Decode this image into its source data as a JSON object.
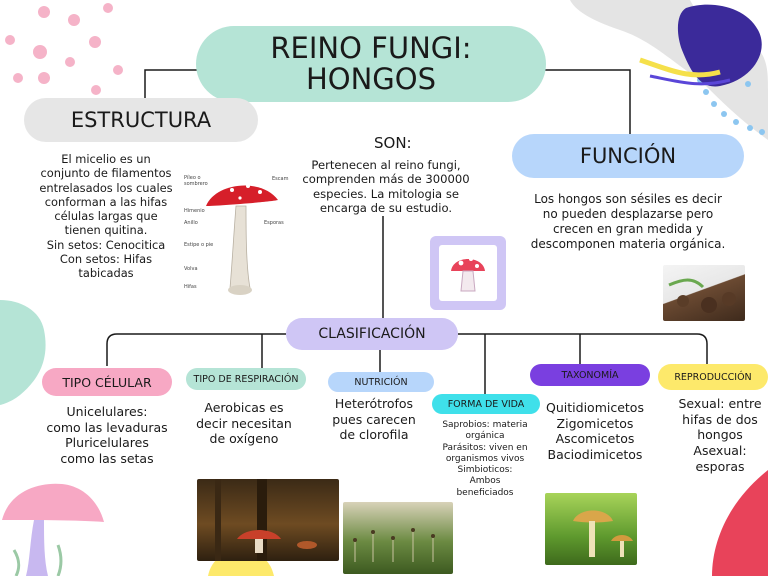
{
  "title": "REINO FUNGI:\nHONGOS",
  "estructura": {
    "heading": "ESTRUCTURA",
    "body": "El micelio es un conjunto de filamentos entrelasados los cuales conforman a las hifas células largas que tienen quitina.\nSin setos: Cenocitica\nCon setos: Hifas tabicadas",
    "diagram_labels": [
      "Píleo o sombrero",
      "Escam",
      "Himenio",
      "Anillo",
      "Esporas",
      "Estipe o pie",
      "Volva",
      "Hifas"
    ]
  },
  "son": {
    "heading": "SON:",
    "body": "Pertenecen al reino fungi, comprenden más de 300000 especies. La mitologia se encarga de su estudio."
  },
  "funcion": {
    "heading": "FUNCIÓN",
    "body": "Los hongos son sésiles es decir no pueden desplazarse pero crecen en gran medida y descomponen materia orgánica."
  },
  "clasificacion": {
    "heading": "CLASIFICACIÓN",
    "branches": [
      {
        "label": "TIPO CÉLULAR",
        "text": "Unicelulares:\ncomo las levaduras\nPluricelulares\ncomo las setas"
      },
      {
        "label": "TIPO DE RESPIRACIÓN",
        "text": "Aerobicas es decir necesitan de oxígeno"
      },
      {
        "label": "NUTRICIÓN",
        "text": "Heterótrofos pues carecen de clorofila"
      },
      {
        "label": "FORMA DE VIDA",
        "text": "Saprobios: materia orgánica\nParásitos: viven en organismos vivos\nSimbioticos: Ambos beneficiados"
      },
      {
        "label": "TAXONOMÍA",
        "text": "Quitidiomicetos\nZigomicetos\nAscomicetos\nBaciodimicetos"
      },
      {
        "label": "REPRODUCCIÓN",
        "text": "Sexual: entre hifas de dos hongos\nAsexual: esporas"
      }
    ]
  },
  "colors": {
    "mint": "#b5e4d6",
    "grey": "#e6e6e6",
    "blue": "#b7d6fb",
    "lilac": "#cfc6f5",
    "pink": "#f7a8c4",
    "purple": "#7a3fe0",
    "yellow": "#fde96b",
    "red": "#e8435a"
  }
}
